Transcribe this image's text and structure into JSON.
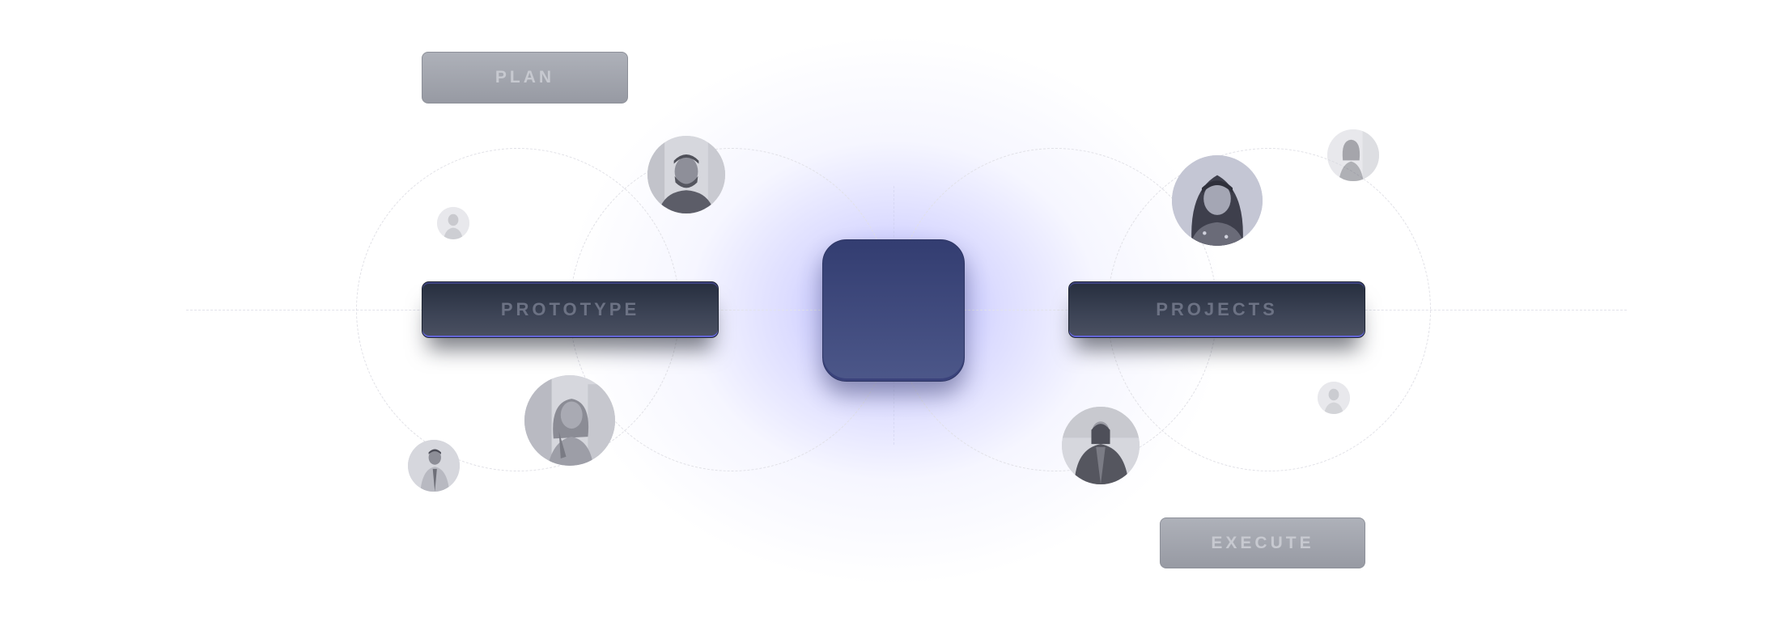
{
  "nodes": {
    "plan_label": "PLAN",
    "prototype_label": "PROTOTYPE",
    "projects_label": "PROJECTS",
    "execute_label": "EXECUTE"
  },
  "avatars": [
    {
      "name": "avatar-bearded-man",
      "icon": "person-photo"
    },
    {
      "name": "avatar-woman-bangs",
      "icon": "person-photo"
    },
    {
      "name": "avatar-woman-blonde",
      "icon": "person-photo"
    },
    {
      "name": "avatar-woman-jacket",
      "icon": "person-photo"
    },
    {
      "name": "avatar-man-small",
      "icon": "person-photo"
    },
    {
      "name": "avatar-small-top-left",
      "icon": "person-photo"
    },
    {
      "name": "avatar-small-top-right",
      "icon": "person-photo"
    },
    {
      "name": "avatar-small-right",
      "icon": "person-photo"
    }
  ],
  "colors": {
    "glow": "#7276ff",
    "hub": "#3b4478",
    "dark_pill": "#2b3242",
    "light_pill": "#a3a6ae"
  }
}
